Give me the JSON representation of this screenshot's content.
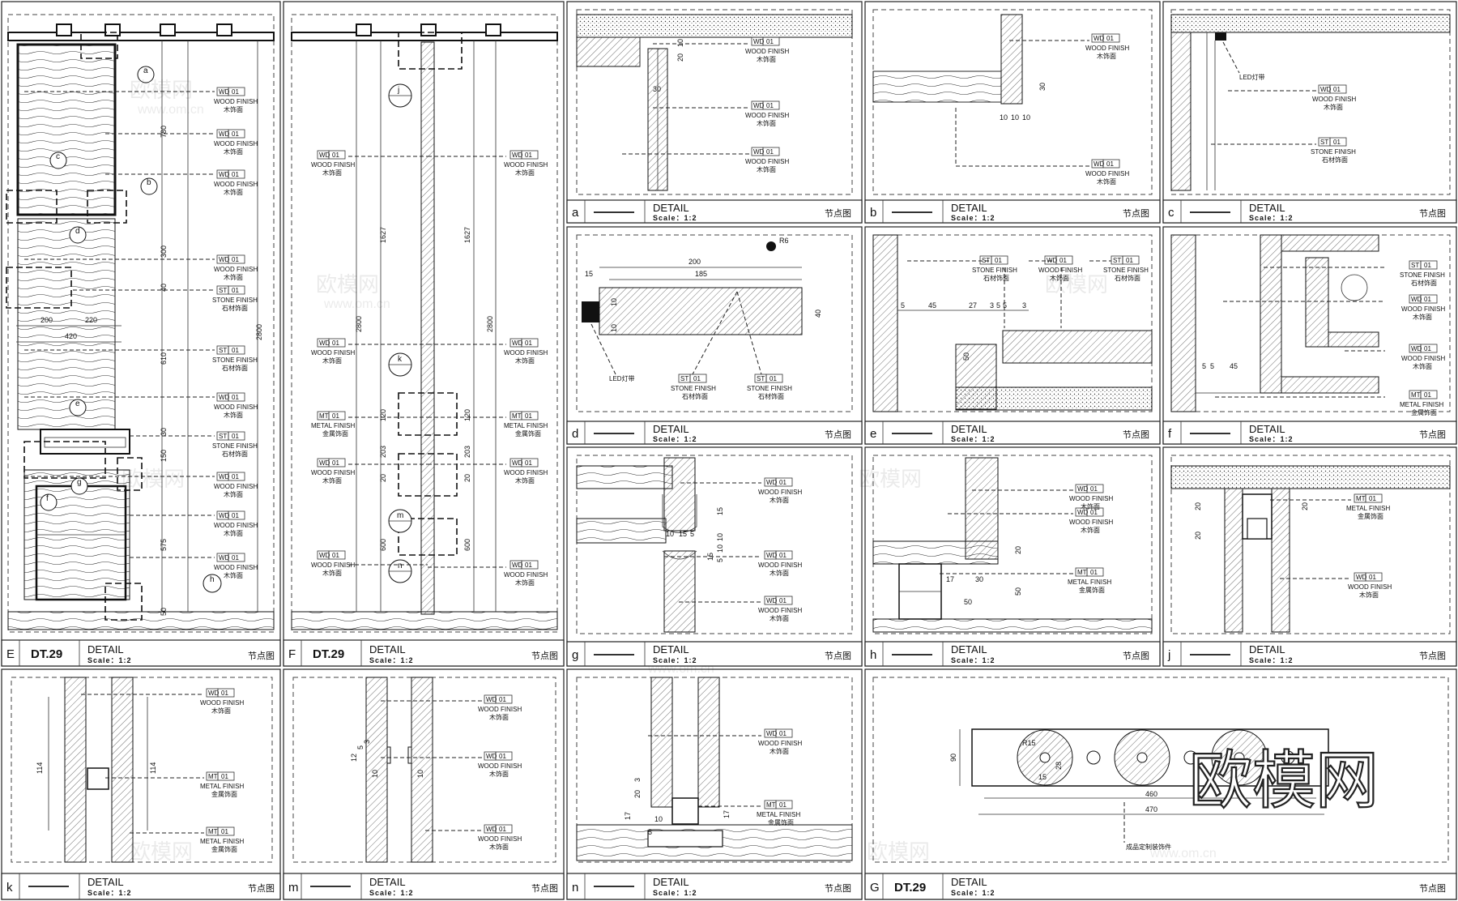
{
  "sheet": {
    "panel_title": "DETAIL",
    "scale_text": "Scale：1:2",
    "node_label": "节点图"
  },
  "panels": [
    {
      "id": "E",
      "ref": "DT.29"
    },
    {
      "id": "F",
      "ref": "DT.29"
    },
    {
      "id": "a",
      "ref": ""
    },
    {
      "id": "b",
      "ref": ""
    },
    {
      "id": "c",
      "ref": ""
    },
    {
      "id": "d",
      "ref": ""
    },
    {
      "id": "e",
      "ref": ""
    },
    {
      "id": "f",
      "ref": ""
    },
    {
      "id": "g",
      "ref": ""
    },
    {
      "id": "h",
      "ref": ""
    },
    {
      "id": "j",
      "ref": ""
    },
    {
      "id": "k",
      "ref": ""
    },
    {
      "id": "m",
      "ref": ""
    },
    {
      "id": "n",
      "ref": ""
    },
    {
      "id": "G",
      "ref": "DT.29"
    }
  ],
  "materials": {
    "wood": {
      "code": "WD",
      "num": "01",
      "name": "WOOD FINISH",
      "cn": "木饰面"
    },
    "stone": {
      "code": "ST",
      "num": "01",
      "name": "STONE FINISH",
      "cn": "石材饰面"
    },
    "metal": {
      "code": "MT",
      "num": "01",
      "name": "METAL FINISH",
      "cn": "金属饰面"
    }
  },
  "notes": {
    "led_strip": "LED灯带",
    "finished_profile": "成品定制装饰件"
  },
  "dimensions": {
    "E": [
      "780",
      "300",
      "40",
      "610",
      "30",
      "150",
      "575",
      "50",
      "2800",
      "200",
      "220",
      "420"
    ],
    "F": [
      "1627",
      "2800",
      "120",
      "203",
      "20",
      "600"
    ],
    "a": [
      "10",
      "20",
      "30"
    ],
    "b": [
      "30",
      "10",
      "10",
      "10"
    ],
    "d": [
      "200",
      "185",
      "15",
      "10",
      "10",
      "40",
      "R6"
    ],
    "e": [
      "5",
      "45",
      "27",
      "3",
      "5",
      "5",
      "3",
      "50"
    ],
    "f": [
      "45",
      "5",
      "5"
    ],
    "g": [
      "15",
      "10",
      "15",
      "5",
      "10",
      "10",
      "5",
      "15"
    ],
    "h": [
      "17",
      "30",
      "20",
      "50",
      "50"
    ],
    "j": [
      "20",
      "20",
      "20"
    ],
    "k": [
      "114",
      "114"
    ],
    "m": [
      "12",
      "5",
      "3",
      "10",
      "10"
    ],
    "n": [
      "20",
      "3",
      "17",
      "10",
      "5",
      "17"
    ],
    "G": [
      "90",
      "R15",
      "28",
      "15",
      "460",
      "470"
    ]
  },
  "bubbles": {
    "E": [
      "a",
      "b",
      "c",
      "d",
      "e",
      "f",
      "g",
      "h"
    ],
    "F": [
      "j",
      "k",
      "m",
      "n"
    ]
  },
  "watermark": {
    "brand": "欧模网",
    "url": "www.om.cn"
  }
}
